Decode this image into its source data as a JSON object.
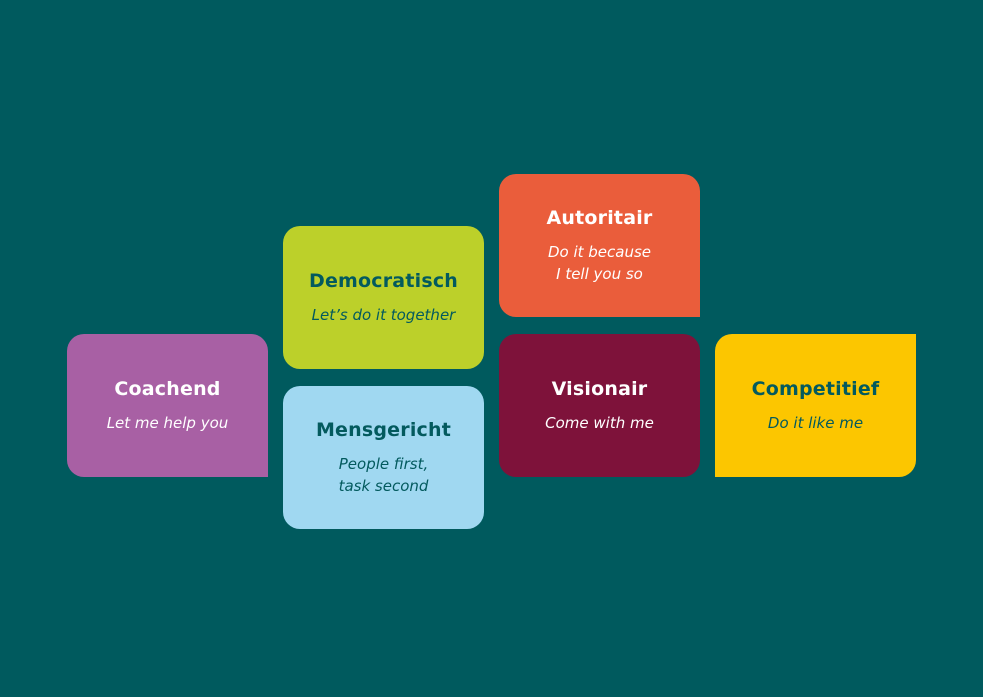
{
  "cards": [
    {
      "id": "coachend",
      "title": "Coachend",
      "subtitle": "Let me help you",
      "color": "#a860a4"
    },
    {
      "id": "democratisch",
      "title": "Democratisch",
      "subtitle": "Let’s do it together",
      "color": "#bcd02a"
    },
    {
      "id": "mensgericht",
      "title": "Mensgericht",
      "subtitle": "People first,\ntask second",
      "color": "#a0d8f1"
    },
    {
      "id": "autoritair",
      "title": "Autoritair",
      "subtitle": "Do it because\nI tell you so",
      "color": "#ea5d3b"
    },
    {
      "id": "visionair",
      "title": "Visionair",
      "subtitle": "Come with me",
      "color": "#7e123a"
    },
    {
      "id": "competitief",
      "title": "Competitief",
      "subtitle": "Do it like me",
      "color": "#fcc600"
    }
  ]
}
